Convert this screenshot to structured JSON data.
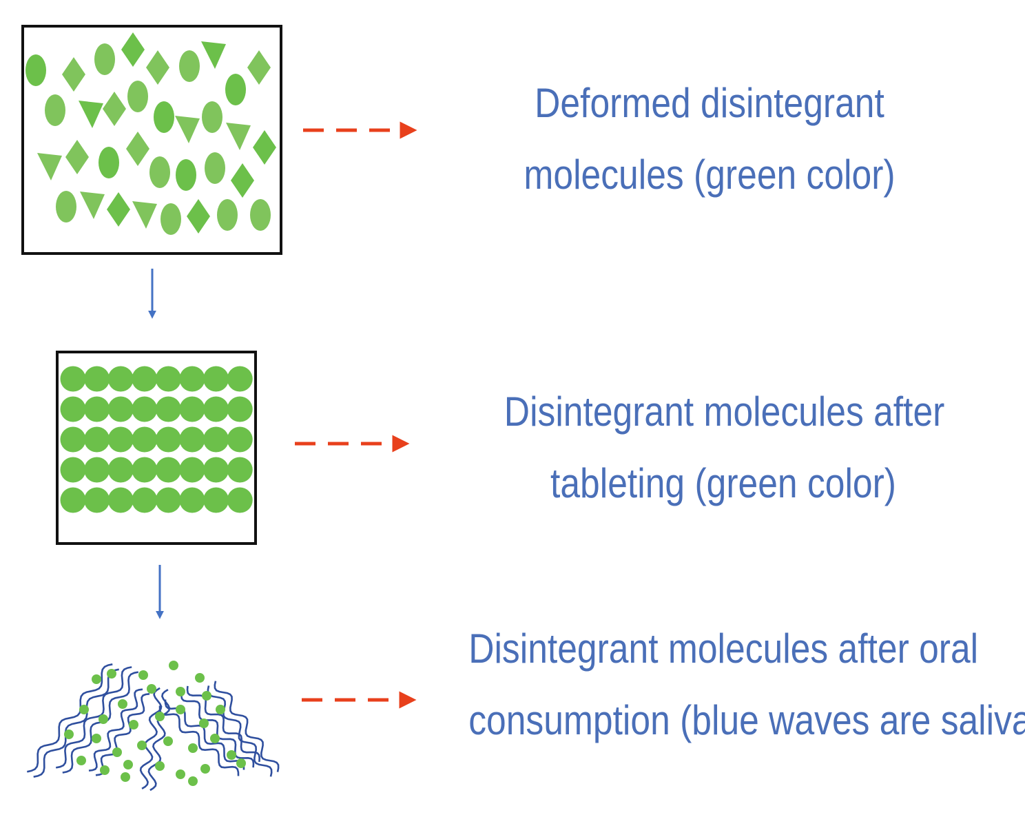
{
  "colors": {
    "particle_green": "#6cc04a",
    "particle_green_light": "#80c45c",
    "box_border": "#111111",
    "flow_arrow_blue": "#4472c4",
    "pointer_arrow_red": "#e8401c",
    "label_text_blue": "#4a6fb8",
    "saliva_wave_blue": "#2f4f9e"
  },
  "stages": [
    {
      "id": "deformed",
      "label_lines": [
        "Deformed disintegrant",
        "molecules (green color)"
      ],
      "icon": "loose-irregular-particles"
    },
    {
      "id": "tableted",
      "label_lines": [
        "Disintegrant molecules after",
        "tableting (green color)"
      ],
      "icon": "packed-round-particles-grid"
    },
    {
      "id": "oral",
      "label_lines": [
        "Disintegrant molecules  after oral",
        "consumption (blue waves are saliva )"
      ],
      "icon": "saliva-waves-with-particles"
    }
  ]
}
